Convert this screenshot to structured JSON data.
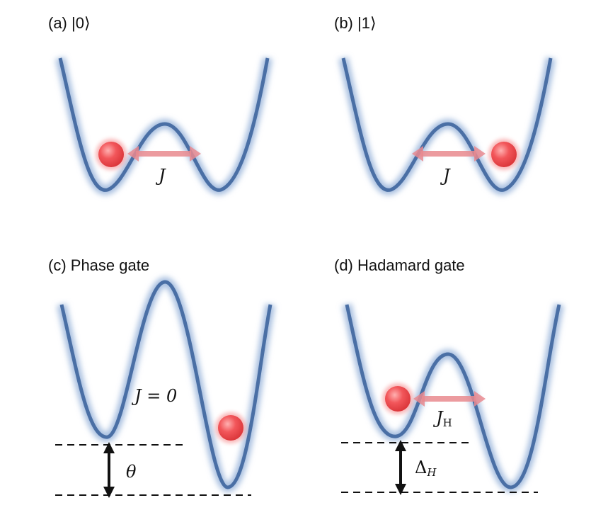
{
  "panels": {
    "a": {
      "label": "(a) |0⟩",
      "coupling": "J"
    },
    "b": {
      "label": "(b) |1⟩",
      "coupling": "J"
    },
    "c": {
      "label": "(c) Phase gate",
      "coupling": "J = 0",
      "offset": "θ"
    },
    "d": {
      "label": "(d) Hadamard gate",
      "coupling_main": "J",
      "coupling_sub": "H",
      "offset_main": "Δ",
      "offset_sub": "H"
    }
  },
  "colors": {
    "well_stroke": "#4a6fa5",
    "well_glow": "#9fb8dc",
    "particle": "#f0484b",
    "tunnel_arrow": "#e98a8f",
    "energy_arrow": "#111111"
  }
}
